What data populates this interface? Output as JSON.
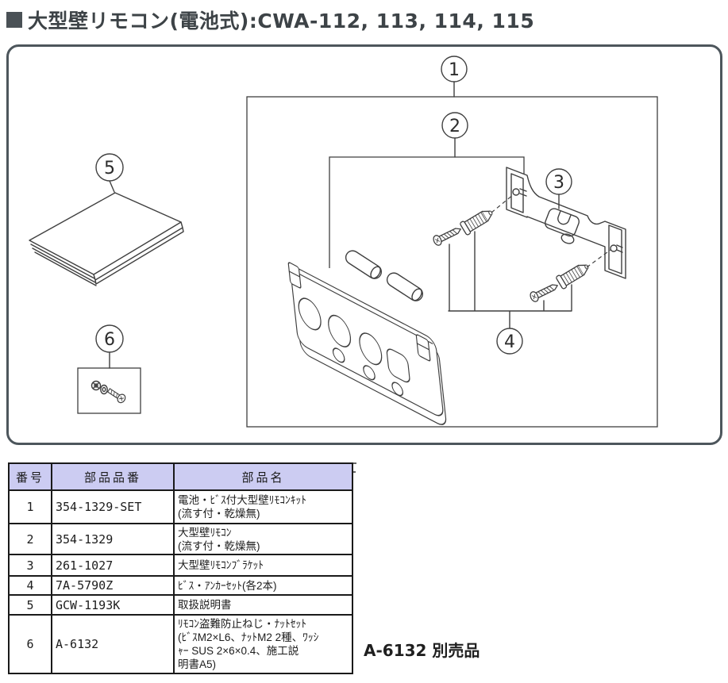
{
  "title": {
    "bullet_icon": "black-square",
    "text": "大型壁リモコン(電池式):CWA-112, 113, 114, 115"
  },
  "diagram": {
    "callouts": [
      "1",
      "2",
      "3",
      "4",
      "5",
      "6"
    ],
    "part_icons": [
      "manual-booklet",
      "remote-unit",
      "mounting-bracket",
      "screw",
      "wall-anchor",
      "battery",
      "screw-nut-set-box"
    ]
  },
  "table": {
    "headers": [
      "番号",
      "部品品番",
      "部品名"
    ],
    "rows": [
      {
        "num": "1",
        "part_no": "354-1329-SET",
        "name": "電池・ﾋﾞｽ付大型壁ﾘﾓｺﾝｷｯﾄ\n(流す付・乾燥無)"
      },
      {
        "num": "2",
        "part_no": "354-1329",
        "name": "大型壁ﾘﾓｺﾝ\n(流す付・乾燥無)"
      },
      {
        "num": "3",
        "part_no": "261-1027",
        "name": "大型壁ﾘﾓｺﾝﾌﾞﾗｹｯﾄ"
      },
      {
        "num": "4",
        "part_no": "7A-5790Z",
        "name": "ﾋﾞｽ・ｱﾝｶｰｾｯﾄ(各2本)"
      },
      {
        "num": "5",
        "part_no": "GCW-1193K",
        "name": "取扱説明書"
      },
      {
        "num": "6",
        "part_no": "A-6132",
        "name": "ﾘﾓｺﾝ盗難防止ねじ・ﾅｯﾄｾｯﾄ\n(ﾋﾞｽM2×L6、ﾅｯﾄM2 2種、ﾜｯｼ\nｬｰ SUS 2×6×0.4、施工説\n明書A5)"
      }
    ]
  },
  "note": {
    "text": "A-6132 別売品"
  },
  "colors": {
    "header_bg": "#ccccf2",
    "frame": "#4d565c",
    "line": "#3f3f3f",
    "title": "#3d4347",
    "table_border": "#1a1a1a"
  }
}
